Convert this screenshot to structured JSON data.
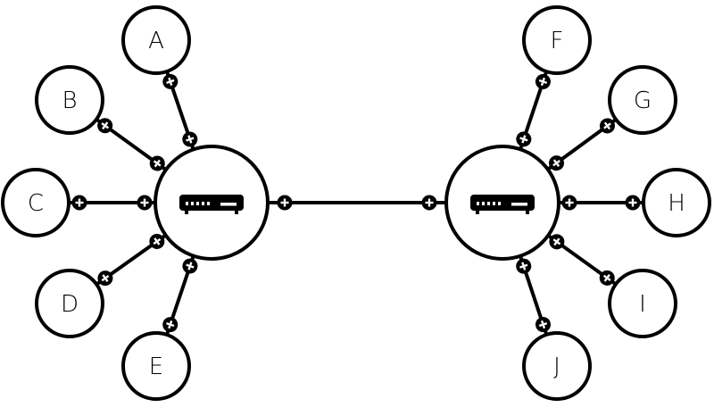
{
  "diagram": {
    "colors": {
      "stroke": "#000000",
      "fill": "#ffffff",
      "background": "#ffffff"
    },
    "hubs": [
      {
        "id": "left-hub",
        "icon": "network-switch-icon"
      },
      {
        "id": "right-hub",
        "icon": "network-switch-icon"
      }
    ],
    "nodes": [
      {
        "id": "A",
        "label": "A",
        "hub": "left-hub"
      },
      {
        "id": "B",
        "label": "B",
        "hub": "left-hub"
      },
      {
        "id": "C",
        "label": "C",
        "hub": "left-hub"
      },
      {
        "id": "D",
        "label": "D",
        "hub": "left-hub"
      },
      {
        "id": "E",
        "label": "E",
        "hub": "left-hub"
      },
      {
        "id": "F",
        "label": "F",
        "hub": "right-hub"
      },
      {
        "id": "G",
        "label": "G",
        "hub": "right-hub"
      },
      {
        "id": "H",
        "label": "H",
        "hub": "right-hub"
      },
      {
        "id": "I",
        "label": "I",
        "hub": "right-hub"
      },
      {
        "id": "J",
        "label": "J",
        "hub": "right-hub"
      }
    ],
    "trunk": {
      "from": "left-hub",
      "to": "right-hub",
      "connector_icon": "rj45-connector-icon"
    }
  }
}
